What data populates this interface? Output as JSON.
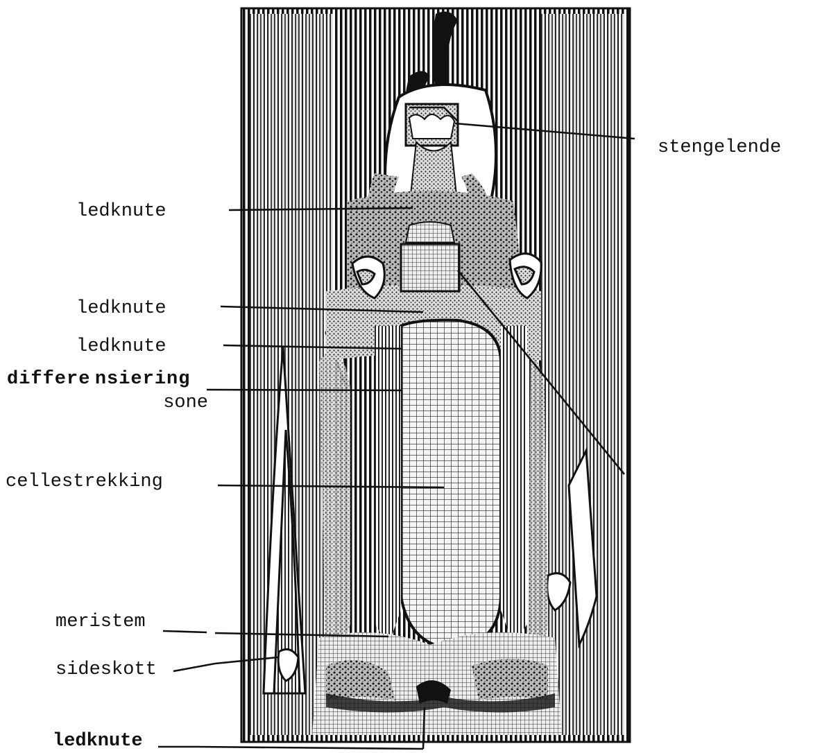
{
  "labels": {
    "stengelende": "stengelende",
    "ledknute_1": "ledknute",
    "ledknute_2": "ledknute",
    "ledknute_3": "ledknute",
    "differensiering_line1": "differe nsiering",
    "differensiering_line2": "sone",
    "cellestrekking": "cellestrekking",
    "meristem": "meristem",
    "sideskott": "sideskott",
    "ledknute_bottom": "ledknute"
  }
}
